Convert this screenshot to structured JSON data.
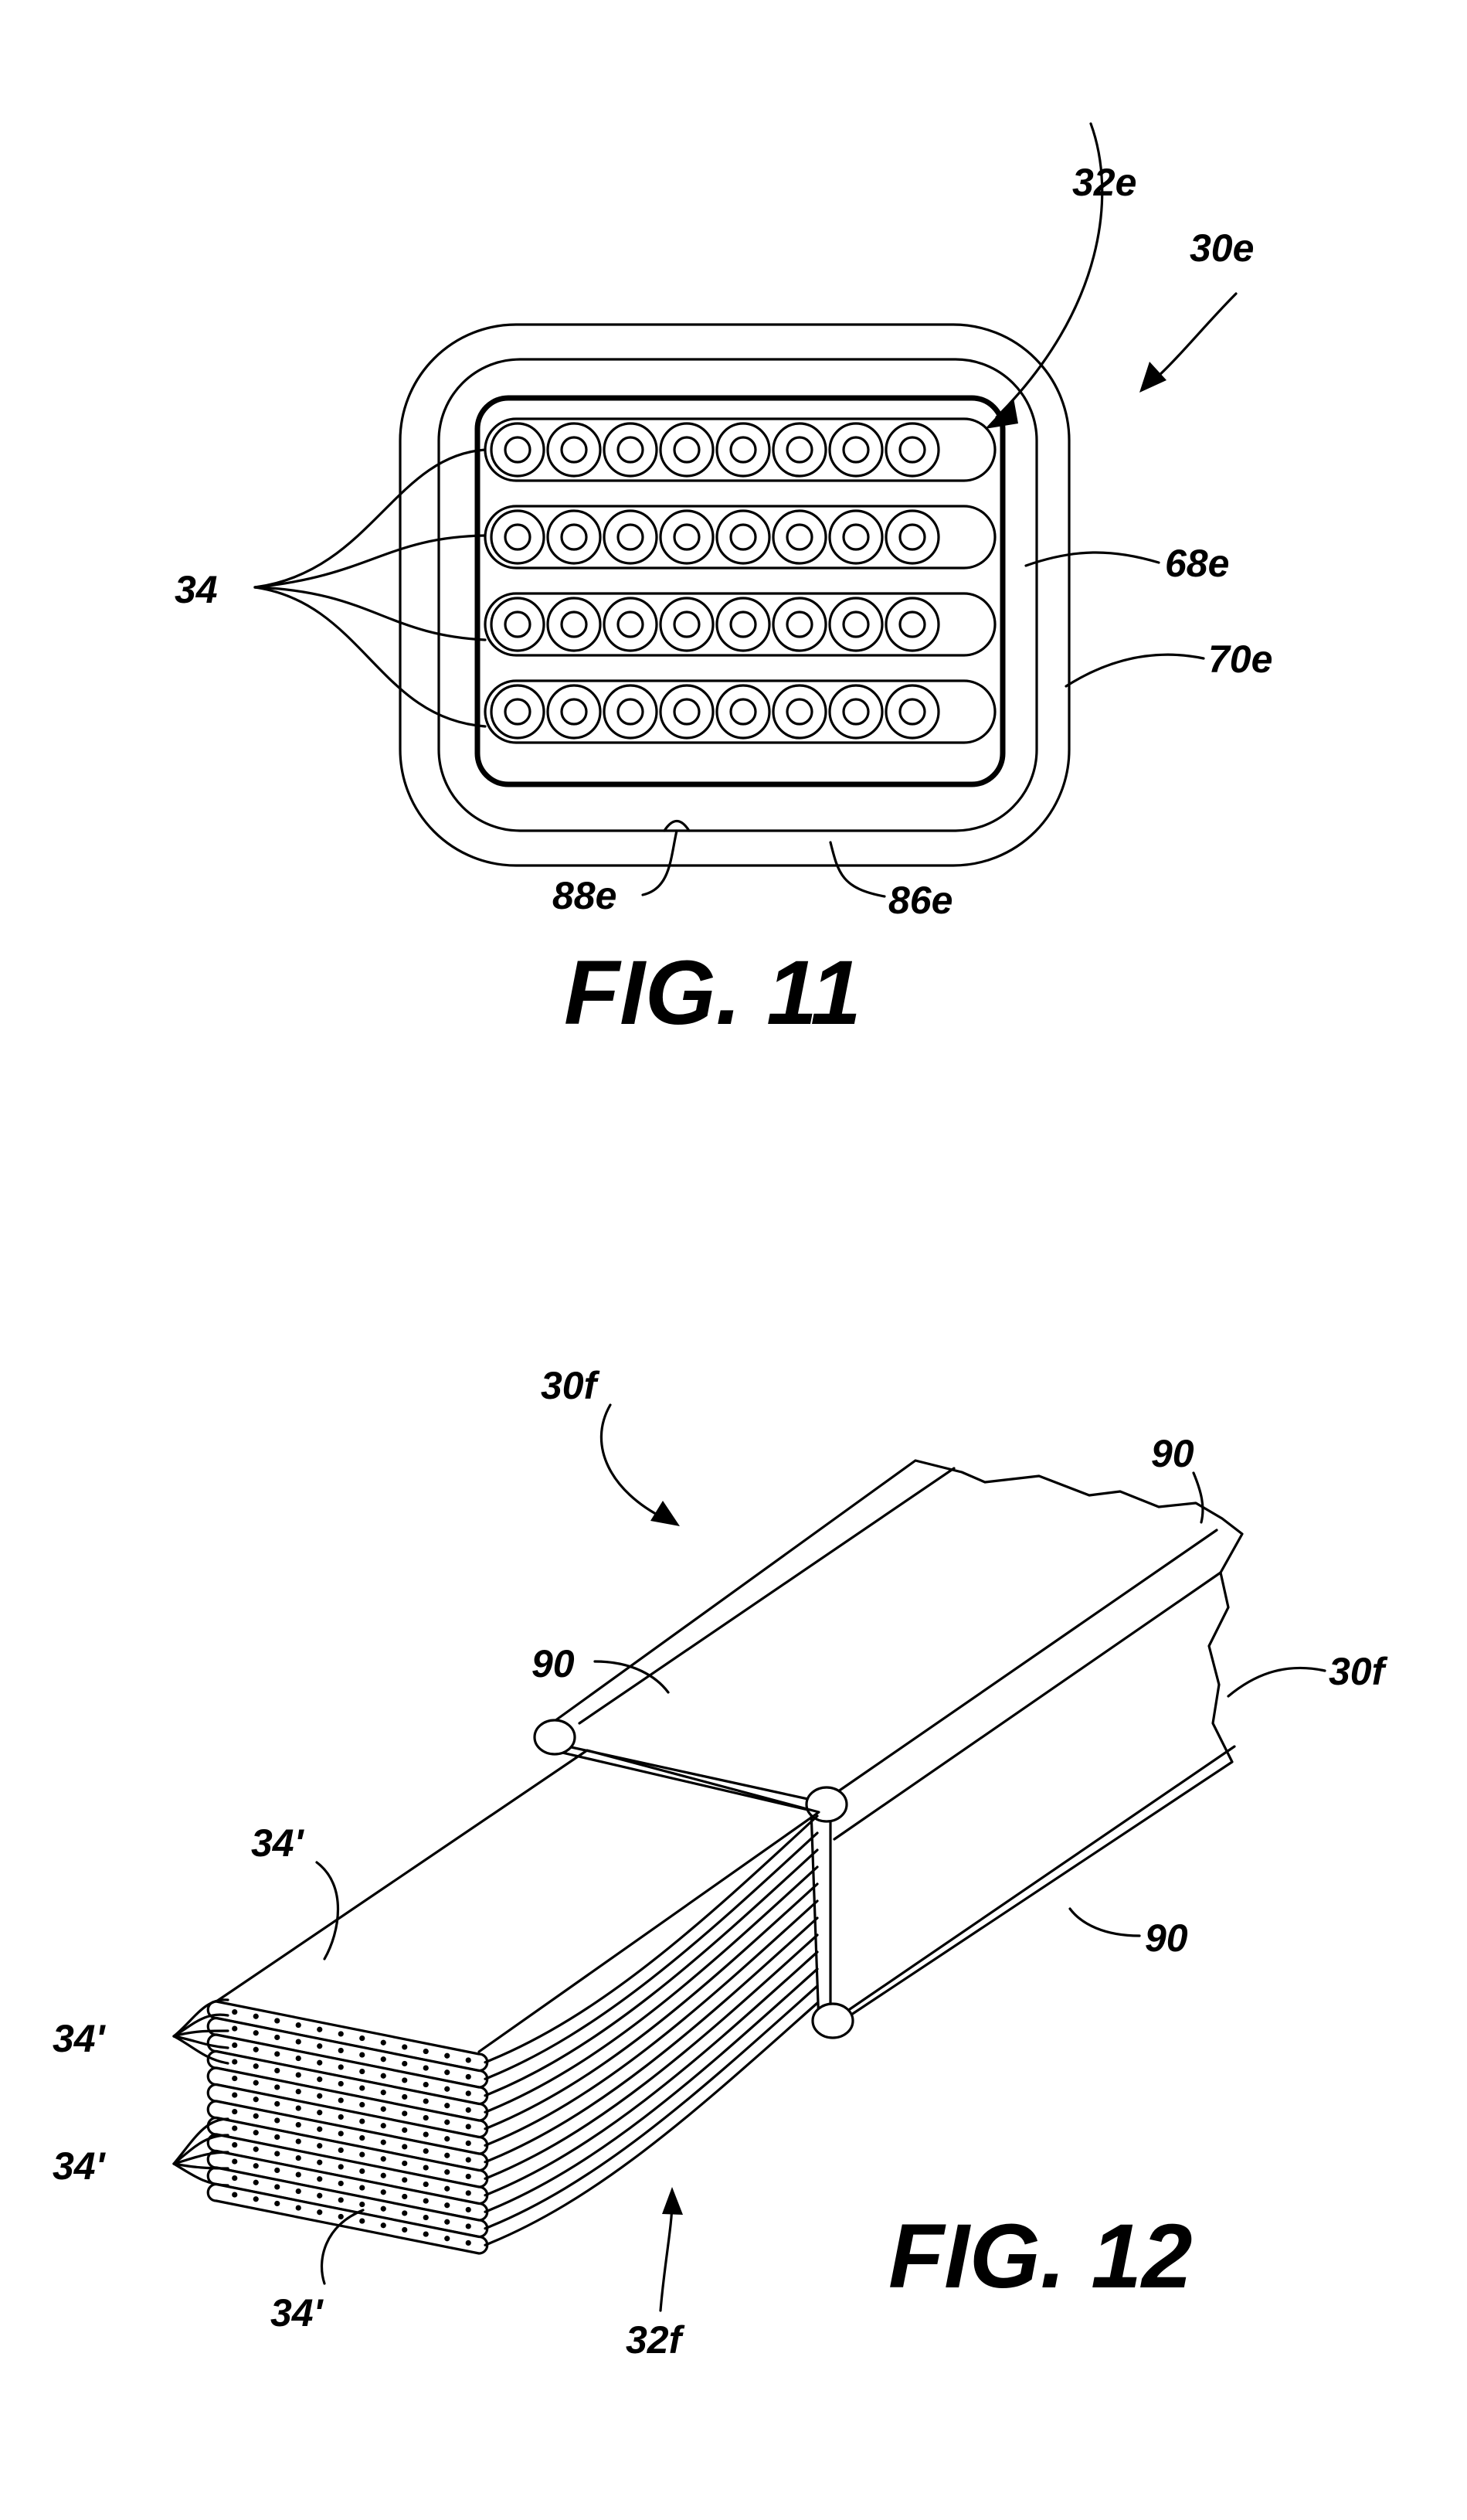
{
  "figure_11": {
    "caption": "FIG. 11",
    "labels": {
      "cable": "30e",
      "core": "32e",
      "fibers": "34",
      "inner_layer": "68e",
      "outer_layer": "70e",
      "inner_boundary": "86e",
      "notch": "88e"
    },
    "grid": {
      "rows": 4,
      "columns": 8
    }
  },
  "figure_12": {
    "caption": "FIG. 12",
    "labels": {
      "cable_top": "30f",
      "cable_right": "30f",
      "rib_top": "90",
      "rib_left": "90",
      "rib_bottom": "90",
      "ribbon_top": "34'",
      "ribbons_upper": "34'",
      "ribbons_lower": "34'",
      "ribbon_bottom": "34'",
      "core": "32f"
    },
    "ribbon_count": 12,
    "fibers_per_ribbon": 12
  }
}
